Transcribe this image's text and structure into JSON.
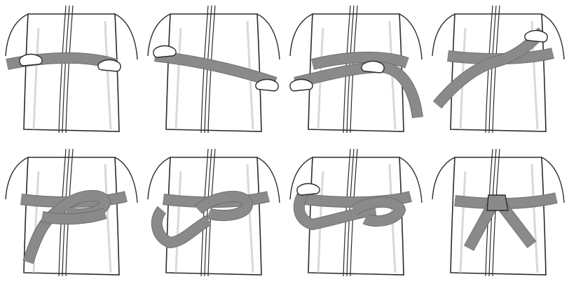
{
  "figure": {
    "layout": "grid",
    "rows": 2,
    "columns": 4,
    "colors": {
      "background": "#ffffff",
      "gi": "#ffffff",
      "gi_shade": "#d9d9d9",
      "outline": "#2b2b2b",
      "belt": "#8a8a8a",
      "belt_shadow": "#6e6e6e"
    },
    "steps": [
      {
        "step": 1,
        "depicts": "belt-held-at-front"
      },
      {
        "step": 2,
        "depicts": "belt-wrapped-around-waist"
      },
      {
        "step": 3,
        "depicts": "ends-crossed-in-front"
      },
      {
        "step": 4,
        "depicts": "end-tucked-under-both-layers"
      },
      {
        "step": 5,
        "depicts": "first-loop-formed"
      },
      {
        "step": 6,
        "depicts": "second-loop-formed"
      },
      {
        "step": 7,
        "depicts": "knot-being-pulled"
      },
      {
        "step": 8,
        "depicts": "finished-square-knot"
      }
    ]
  }
}
